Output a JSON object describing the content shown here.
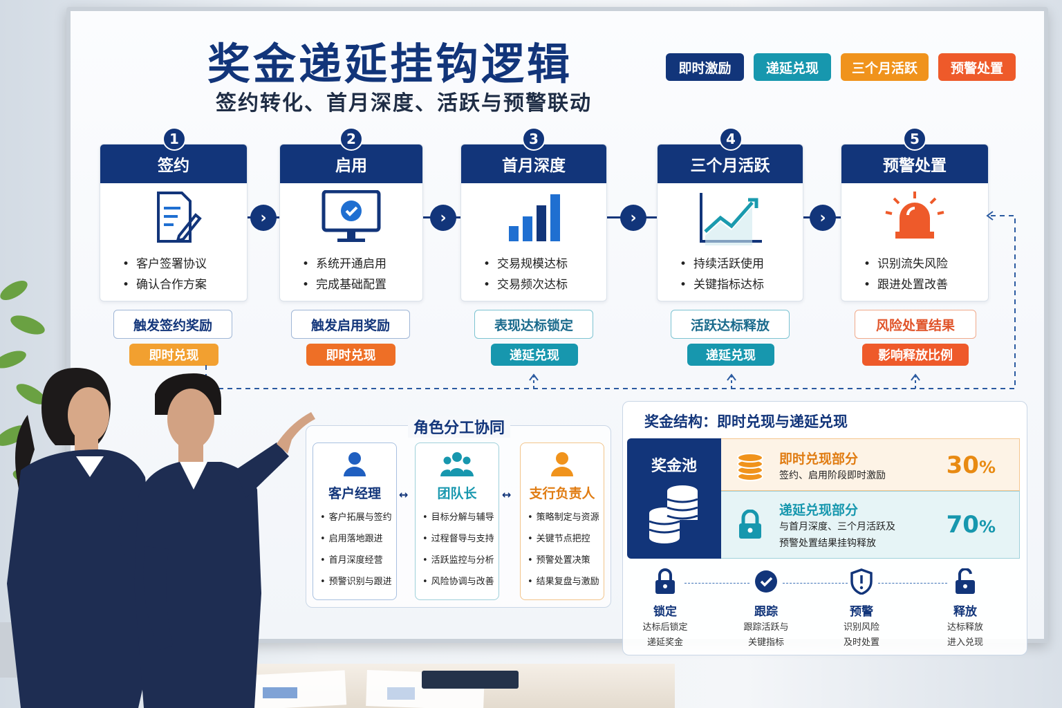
{
  "header": {
    "title": "奖金递延挂钩逻辑",
    "subtitle": "签约转化、首月深度、活跃与预警联动"
  },
  "legend": [
    {
      "label": "即时激励",
      "color": "#12357a"
    },
    {
      "label": "递延兑现",
      "color": "#1797ae"
    },
    {
      "label": "三个月活跃",
      "color": "#f0931c"
    },
    {
      "label": "预警处置",
      "color": "#ee5a2a"
    }
  ],
  "steps": [
    {
      "num": "1",
      "title": "签约",
      "icon": "document-pen-icon",
      "bullets": [
        "客户签署协议",
        "确认合作方案"
      ],
      "trigger": "触发签约奖励",
      "pill": "即时兑现"
    },
    {
      "num": "2",
      "title": "启用",
      "icon": "monitor-check-icon",
      "bullets": [
        "系统开通启用",
        "完成基础配置"
      ],
      "trigger": "触发启用奖励",
      "pill": "即时兑现"
    },
    {
      "num": "3",
      "title": "首月深度",
      "icon": "bar-chart-icon",
      "bullets": [
        "交易规模达标",
        "交易频次达标"
      ],
      "trigger": "表现达标锁定",
      "pill": "递延兑现"
    },
    {
      "num": "4",
      "title": "三个月活跃",
      "icon": "trend-line-icon",
      "bullets": [
        "持续活跃使用",
        "关键指标达标"
      ],
      "trigger": "活跃达标释放",
      "pill": "递延兑现"
    },
    {
      "num": "5",
      "title": "预警处置",
      "icon": "alarm-light-icon",
      "bullets": [
        "识别流失风险",
        "跟进处置改善"
      ],
      "trigger": "风险处置结果",
      "pill": "影响释放比例"
    }
  ],
  "roles": {
    "title": "角色分工协同",
    "items": [
      {
        "name": "客户经理",
        "icon": "person-icon",
        "tasks": [
          "客户拓展与签约",
          "启用落地跟进",
          "首月深度经营",
          "预警识别与跟进"
        ]
      },
      {
        "name": "团队长",
        "icon": "team-icon",
        "tasks": [
          "目标分解与辅导",
          "过程督导与支持",
          "活跃监控与分析",
          "风险协调与改善"
        ]
      },
      {
        "name": "支行负责人",
        "icon": "leader-icon",
        "tasks": [
          "策略制定与资源",
          "关键节点把控",
          "预警处置决策",
          "结果复盘与激励"
        ]
      }
    ],
    "link_symbol": "↔"
  },
  "bonus": {
    "title": "奖金结构：即时兑现与递延兑现",
    "pool_label": "奖金池",
    "rows": [
      {
        "title": "即时兑现部分",
        "desc": [
          "签约、启用阶段即时激励"
        ],
        "pct": "30",
        "pct_unit": "%",
        "icon": "coins-icon"
      },
      {
        "title": "递延兑现部分",
        "desc": [
          "与首月深度、三个月活跃及",
          "预警处置结果挂钩释放"
        ],
        "pct": "70",
        "pct_unit": "%",
        "icon": "lock-icon"
      }
    ],
    "flow": [
      {
        "label": "锁定",
        "desc": [
          "达标后锁定",
          "递延奖金"
        ],
        "icon": "lock-icon"
      },
      {
        "label": "跟踪",
        "desc": [
          "跟踪活跃与",
          "关键指标"
        ],
        "icon": "check-circle-icon"
      },
      {
        "label": "预警",
        "desc": [
          "识别风险",
          "及时处置"
        ],
        "icon": "shield-alert-icon"
      },
      {
        "label": "释放",
        "desc": [
          "达标释放",
          "进入兑现"
        ],
        "icon": "unlock-icon"
      }
    ]
  },
  "colors": {
    "navy": "#12357a",
    "teal": "#1797ae",
    "orange": "#f0931c",
    "red_orange": "#ee5a2a"
  }
}
